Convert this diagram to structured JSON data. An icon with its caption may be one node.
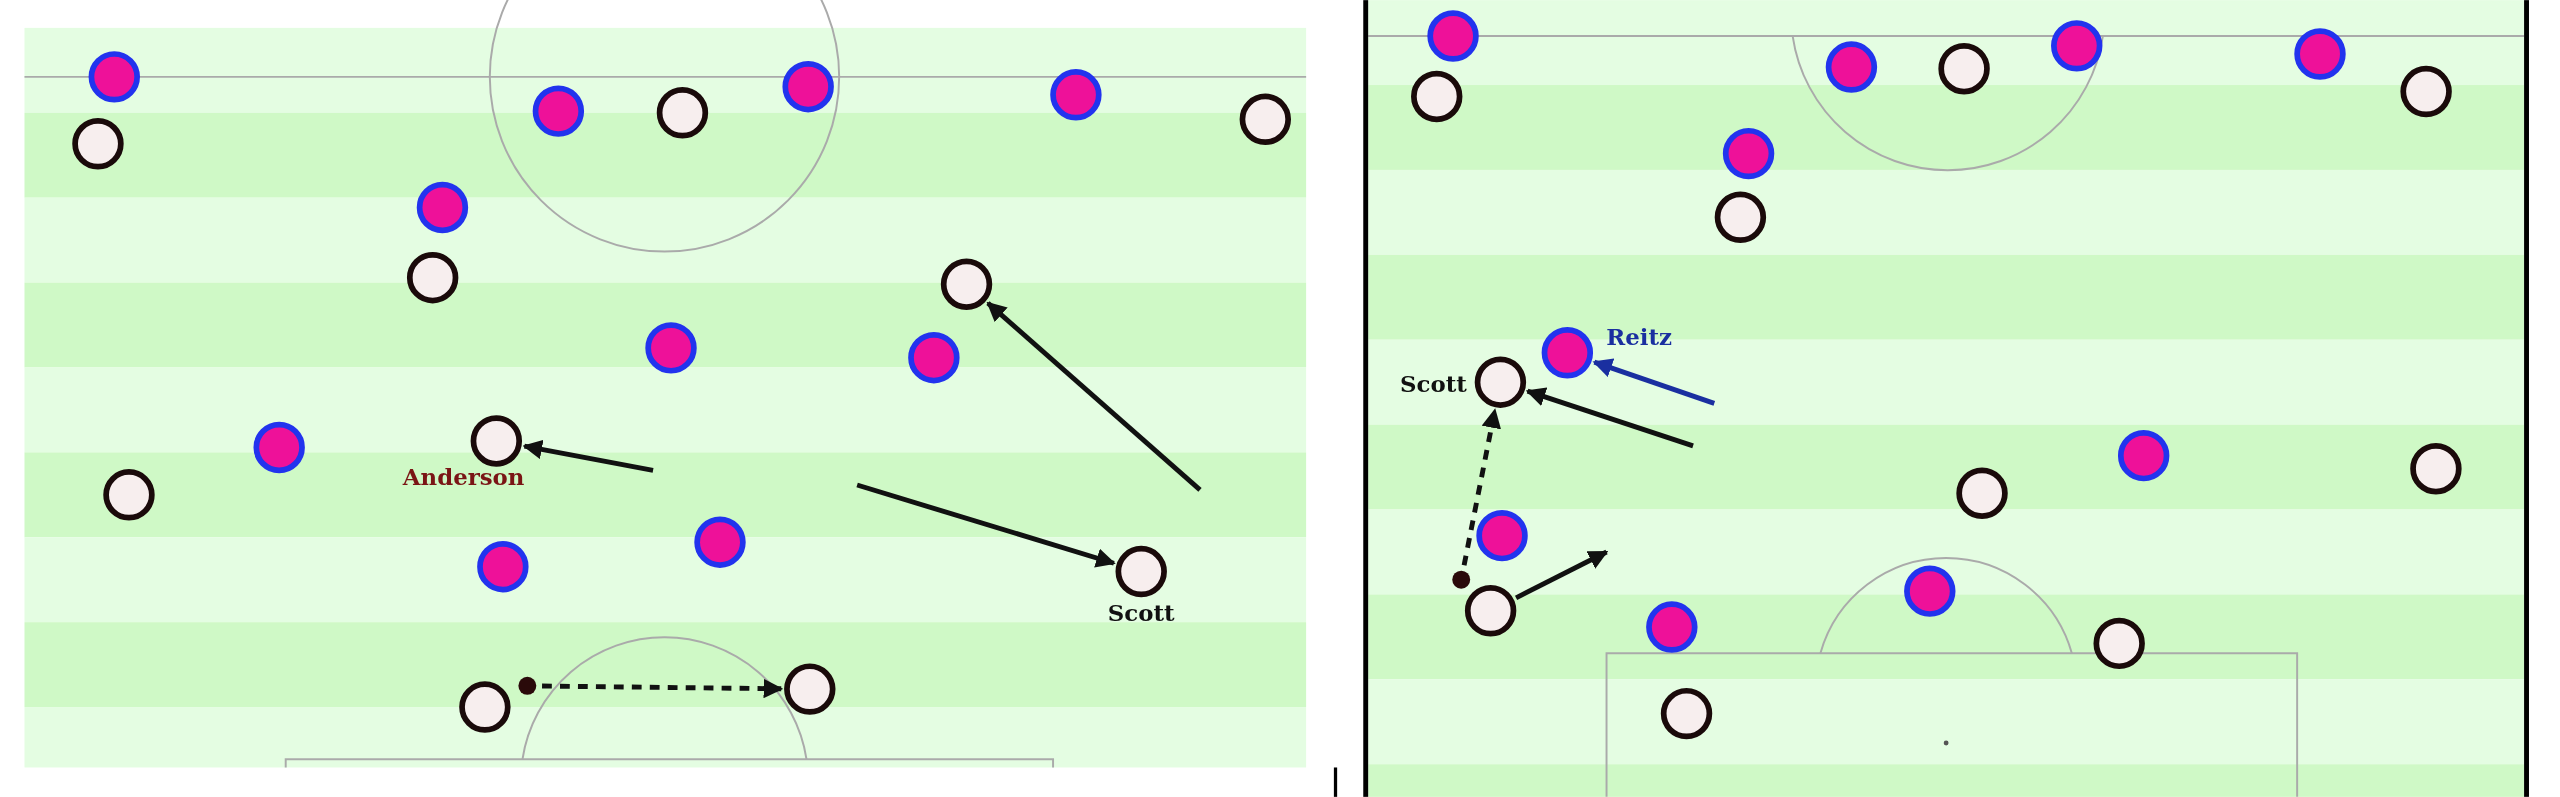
{
  "diagram": {
    "nodes": [
      {
        "text": [],
        "shape": "circle"
      },
      {
        "text": [],
        "shape": "circle"
      },
      {
        "text": [],
        "shape": "circle"
      },
      {
        "text": [],
        "shape": "circle"
      },
      {
        "text": [],
        "shape": "circle"
      },
      {
        "text": [],
        "shape": "circle"
      },
      {
        "text": [],
        "shape": "circle"
      },
      {
        "text": [],
        "shape": "circle"
      },
      {
        "text": [],
        "shape": "circle"
      },
      {
        "text": [],
        "shape": "circle"
      },
      {
        "text": [],
        "shape": "circle"
      },
      {
        "text": [],
        "shape": "circle"
      },
      {
        "text": [],
        "shape": "circle",
        "beside": [
          "Anderson"
        ]
      },
      {
        "text": [],
        "shape": "circle"
      },
      {
        "text": [],
        "shape": "circle"
      },
      {
        "text": [],
        "shape": "circle"
      },
      {
        "text": [],
        "shape": "circle"
      },
      {
        "text": [],
        "shape": "circle",
        "beside": [
          "Scott"
        ]
      },
      {
        "text": [],
        "shape": "circle"
      },
      {
        "text": [],
        "shape": "circle"
      },
      {
        "text": [],
        "shape": "circle"
      },
      {
        "text": [],
        "shape": "circle"
      },
      {
        "text": [],
        "shape": "circle"
      },
      {
        "text": [],
        "shape": "circle"
      },
      {
        "text": [],
        "shape": "circle"
      },
      {
        "text": [],
        "shape": "circle"
      },
      {
        "text": [],
        "shape": "circle"
      },
      {
        "text": [],
        "shape": "circle"
      },
      {
        "text": [],
        "shape": "circle"
      },
      {
        "text": [],
        "shape": "circle"
      },
      {
        "text": [],
        "shape": "circle",
        "beside": [
          "Reitz"
        ]
      },
      {
        "text": [],
        "shape": "circle",
        "beside": [
          "Scott"
        ]
      },
      {
        "text": [],
        "shape": "circle"
      },
      {
        "text": [],
        "shape": "circle"
      },
      {
        "text": [],
        "shape": "circle"
      },
      {
        "text": [],
        "shape": "circle"
      },
      {
        "text": [],
        "shape": "circle"
      },
      {
        "text": [],
        "shape": "circle"
      },
      {
        "text": [],
        "shape": "circle"
      },
      {
        "text": [],
        "shape": "circle"
      },
      {
        "text": [],
        "shape": "circle"
      },
      {
        "text": [],
        "shape": "circle"
      }
    ],
    "edges": [
      {
        "from": null,
        "to": 12,
        "arrow": "to"
      },
      {
        "from": null,
        "to": 17,
        "arrow": "to"
      },
      {
        "from": null,
        "to": 9,
        "arrow": "to"
      },
      {
        "from": 18,
        "to": 19,
        "arrow": "to",
        "style": "dashed"
      },
      {
        "from": 36,
        "to": 31,
        "arrow": "to",
        "style": "dashed"
      },
      {
        "from": null,
        "to": 30,
        "arrow": "to",
        "color": "#1a2fa0"
      },
      {
        "from": null,
        "to": 31,
        "arrow": "to"
      },
      {
        "from": 38,
        "to": null,
        "arrow": "to"
      }
    ]
  }
}
